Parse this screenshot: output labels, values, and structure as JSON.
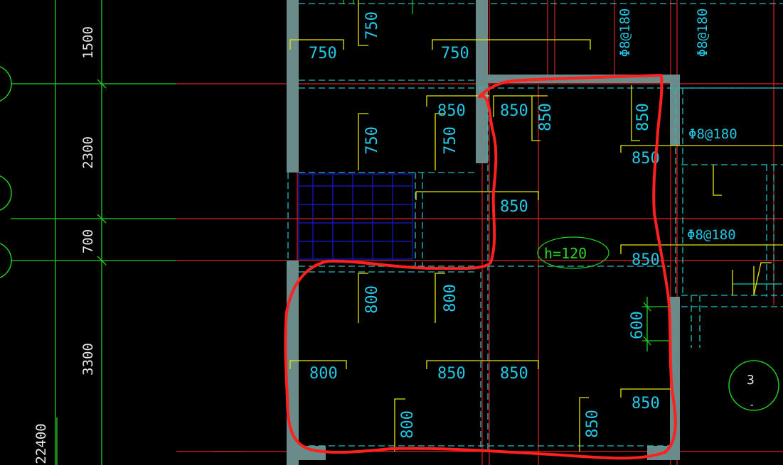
{
  "drawing": {
    "grid_spacing_labels": [
      "1500",
      "2300",
      "700",
      "3300",
      "22400"
    ],
    "slab_dims": [
      "750",
      "750",
      "750",
      "750",
      "850",
      "850",
      "850",
      "750",
      "850",
      "850",
      "850",
      "800",
      "800",
      "800",
      "850",
      "850",
      "800",
      "850",
      "850",
      "600"
    ],
    "rebar_labels": [
      "Φ8@180",
      "Φ8@180",
      "Φ8@180",
      "Φ8@180"
    ],
    "slab_thickness_label": "h=120",
    "axis_bubble_label": "3",
    "axis_bubble_sub": "-"
  },
  "colors": {
    "background": "#000000",
    "axis_line": "#e02020",
    "grid_green": "#22cc22",
    "wall_fill": "#6b8a8a",
    "beam_dash": "#20c0c0",
    "dim_yellow": "#e6e60a",
    "hatch_blue": "#1818d8",
    "markup_red": "#ff2020"
  }
}
